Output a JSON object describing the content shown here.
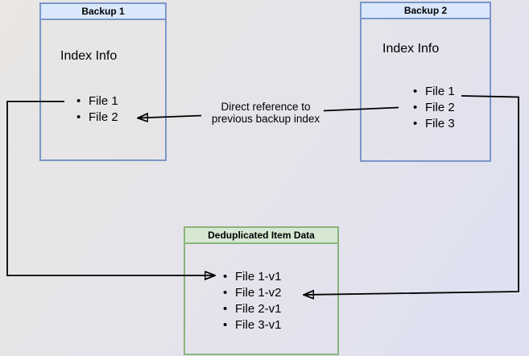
{
  "colors": {
    "blue_fill": "#dae8fc",
    "blue_border": "#7b96c8",
    "green_fill": "#d6e8d2",
    "green_border": "#8ab37c",
    "line": "#000000",
    "background_top_left": "#e9e6e3",
    "background_bottom_right": "#dee0f2"
  },
  "boxes": {
    "backup1": {
      "title": "Backup 1",
      "subtitle": "Index Info",
      "files": [
        "File 1",
        "File 2"
      ]
    },
    "backup2": {
      "title": "Backup 2",
      "subtitle": "Index Info",
      "files": [
        "File 1",
        "File 2",
        "File 3"
      ]
    },
    "dedup": {
      "title": "Deduplicated Item Data",
      "files": [
        "File 1-v1",
        "File 1-v2",
        "File 2-v1",
        "File 3-v1"
      ]
    }
  },
  "annotations": {
    "direct_reference": {
      "line1": "Direct reference to",
      "line2": "previous backup index"
    }
  }
}
